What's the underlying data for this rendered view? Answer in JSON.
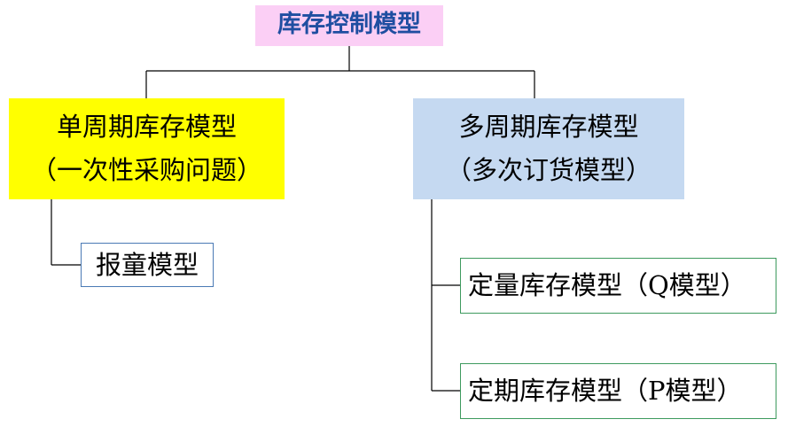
{
  "root": {
    "label": "库存控制模型",
    "color": "#fbcff5",
    "text_color": "#1f4ea1"
  },
  "single_period": {
    "title": "单周期库存模型",
    "subtitle": "（一次性采购问题）",
    "color": "#ffff00",
    "children": [
      {
        "label": "报童模型"
      }
    ]
  },
  "multi_period": {
    "title": "多周期库存模型",
    "subtitle": "（多次订货模型）",
    "color": "#c5d9f1",
    "children": [
      {
        "label": "定量库存模型（Q模型）"
      },
      {
        "label": "定期库存模型（P模型）"
      }
    ]
  }
}
